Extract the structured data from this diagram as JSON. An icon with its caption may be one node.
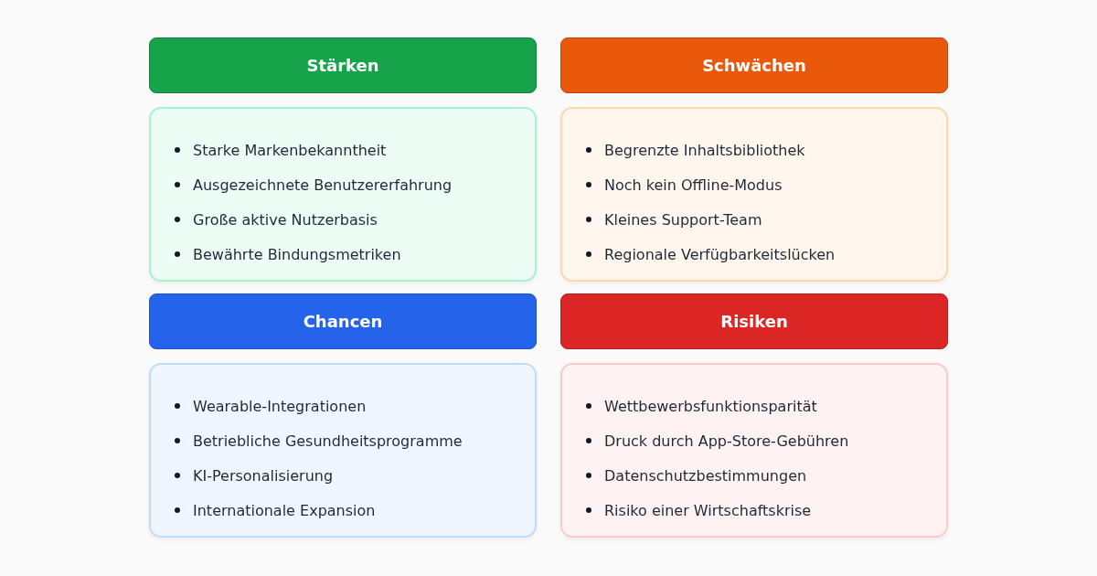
{
  "diagram": {
    "nodes": [
      {
        "text": [
          "Stärken"
        ]
      },
      {
        "text": [
          "Schwächen"
        ]
      },
      {
        "text": [
          "Starke Markenbekanntheit",
          "Ausgezeichnete Benutzererfahrung",
          "Große aktive Nutzerbasis",
          "Bewährte Bindungsmetriken"
        ]
      },
      {
        "text": [
          "Begrenzte Inhaltsbibliothek",
          "Noch kein Offline-Modus",
          "Kleines Support-Team",
          "Regionale Verfügbarkeitslücken"
        ]
      },
      {
        "text": [
          "Chancen"
        ]
      },
      {
        "text": [
          "Risiken"
        ]
      },
      {
        "text": [
          "Wearable-Integrationen",
          "Betriebliche Gesundheitsprogramme",
          "KI-Personalisierung",
          "Internationale Expansion"
        ]
      },
      {
        "text": [
          "Wettbewerbsfunktionsparität",
          "Druck durch App-Store-Gebühren",
          "Datenschutzbestimmungen",
          "Risiko einer Wirtschaftskrise"
        ]
      }
    ],
    "edges": []
  }
}
